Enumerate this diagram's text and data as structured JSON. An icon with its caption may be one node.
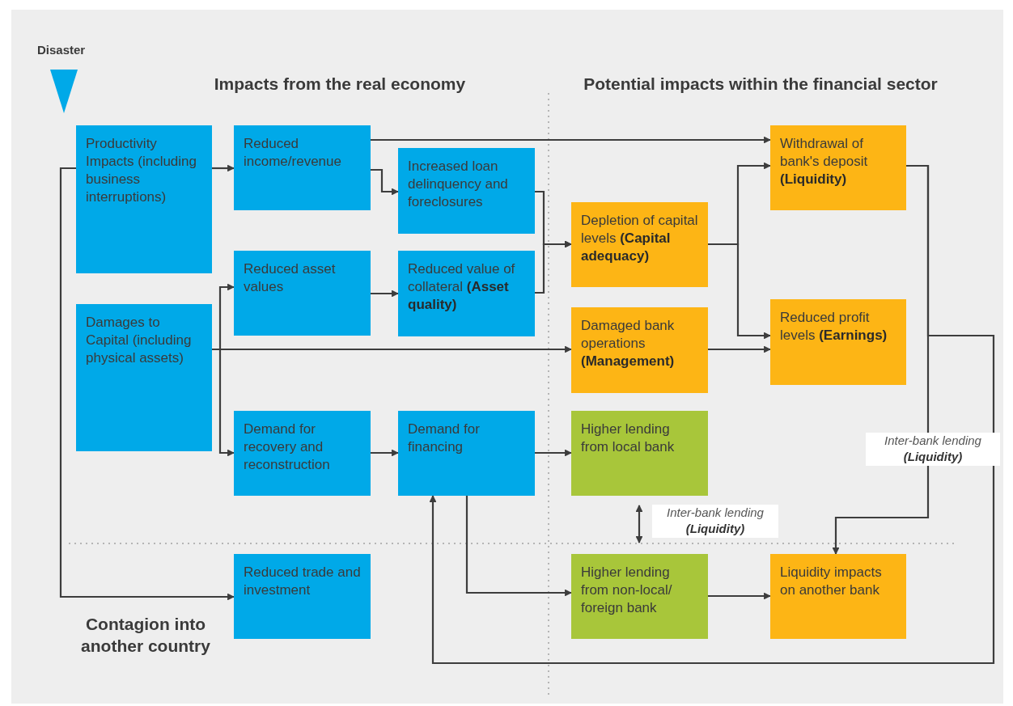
{
  "diagram": {
    "nodes": [
      {
        "text": [
          "Productivity Impacts (including business interruptions)"
        ]
      },
      {
        "text": [
          "Reduced income/revenue"
        ]
      },
      {
        "text": [
          "Increased loan delinquency and foreclosures"
        ]
      },
      {
        "text": [
          "Reduced asset values"
        ]
      },
      {
        "text": [
          "Reduced value of collateral **(Asset quality)**"
        ]
      },
      {
        "text": [
          "Damages to Capital (including physical assets)"
        ]
      },
      {
        "text": [
          "Demand for recovery and reconstruction"
        ]
      },
      {
        "text": [
          "Demand for financing"
        ]
      },
      {
        "text": [
          "Reduced trade and investment"
        ]
      },
      {
        "text": [
          "Depletion of capital levels **(Capital adequacy)**"
        ]
      },
      {
        "text": [
          "Damaged bank operations **(Management)**"
        ]
      },
      {
        "text": [
          "Higher lending from local bank"
        ]
      },
      {
        "text": [
          "Higher lending from non-local/ foreign bank"
        ]
      },
      {
        "text": [
          "Withdrawal of bank's deposit **(Liquidity)**"
        ]
      },
      {
        "text": [
          "Reduced profit levels **(Earnings)**"
        ]
      },
      {
        "text": [
          "Liquidity impacts on another bank"
        ]
      }
    ],
    "edges": [
      {
        "from": 0,
        "to": 1,
        "arrow": "to"
      },
      {
        "from": 1,
        "to": 2,
        "arrow": "to"
      },
      {
        "from": 1,
        "to": 13,
        "arrow": "to"
      },
      {
        "from": 3,
        "to": 4,
        "arrow": "to"
      },
      {
        "from": 2,
        "to": 9,
        "arrow": "to"
      },
      {
        "from": 4,
        "to": 9,
        "arrow": "to"
      },
      {
        "from": 5,
        "to": 3,
        "arrow": "to"
      },
      {
        "from": 5,
        "to": 6,
        "arrow": "to"
      },
      {
        "from": 5,
        "to": 10,
        "arrow": "to"
      },
      {
        "from": 0,
        "to": 8,
        "arrow": "to"
      },
      {
        "from": 6,
        "to": 7,
        "arrow": "to"
      },
      {
        "from": 7,
        "to": 11,
        "arrow": "to"
      },
      {
        "from": 7,
        "to": 12,
        "arrow": "to"
      },
      {
        "from": 9,
        "to": 13,
        "arrow": "to"
      },
      {
        "from": 9,
        "to": 14,
        "arrow": "to"
      },
      {
        "from": 10,
        "to": 14,
        "arrow": "to"
      },
      {
        "from": 11,
        "to": 12,
        "arrow": "both",
        "label": "Inter-bank lending **(Liquidity)**"
      },
      {
        "from": 12,
        "to": 15,
        "arrow": "to"
      },
      {
        "from": 13,
        "to": 15,
        "arrow": "to",
        "label": "Inter-bank lending **(Liquidity)**"
      },
      {
        "from": 13,
        "to": 7,
        "arrow": "to"
      }
    ],
    "labels": [
      "Disaster",
      "Impacts from the real economy",
      "Potential impacts within the financial sector",
      "Contagion into another country"
    ]
  }
}
